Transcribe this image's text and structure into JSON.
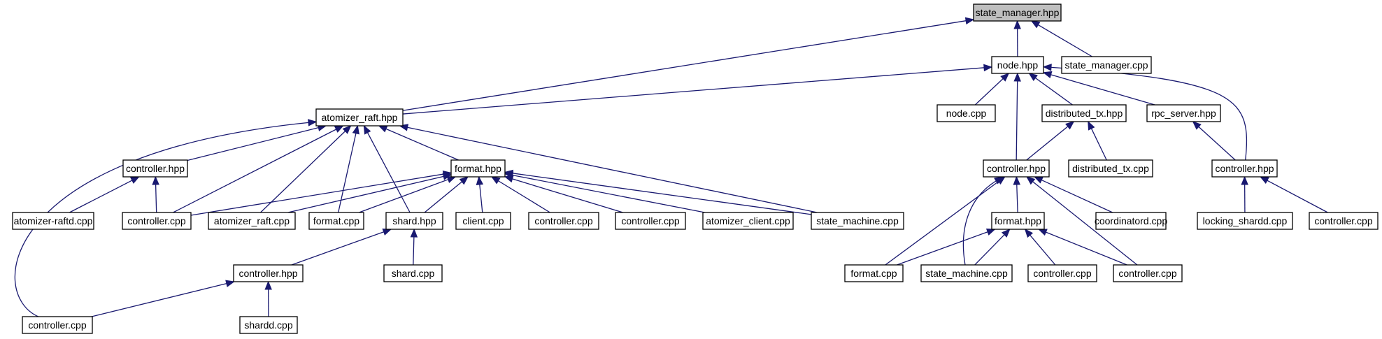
{
  "graph": {
    "root": "state_manager.hpp",
    "node_labels": {
      "n0": "state_manager.hpp",
      "n1": "node.hpp",
      "n2": "state_manager.cpp",
      "n3": "atomizer_raft.hpp",
      "n4": "node.cpp",
      "n5": "distributed_tx.hpp",
      "n6": "rpc_server.hpp",
      "n7": "controller.hpp",
      "n8": "format.hpp",
      "n9": "controller.hpp",
      "n10": "distributed_tx.cpp",
      "n11": "controller.hpp",
      "n12": "atomizer-raftd.cpp",
      "n13": "controller.cpp",
      "n14": "atomizer_raft.cpp",
      "n15": "format.cpp",
      "n16": "shard.hpp",
      "n17": "client.cpp",
      "n18": "controller.cpp",
      "n19": "controller.cpp",
      "n20": "atomizer_client.cpp",
      "n21": "state_machine.cpp",
      "n22": "format.hpp",
      "n23": "coordinatord.cpp",
      "n24": "locking_shardd.cpp",
      "n25": "controller.cpp",
      "n26": "controller.hpp",
      "n27": "shard.cpp",
      "n28": "format.cpp",
      "n29": "state_machine.cpp",
      "n30": "controller.cpp",
      "n31": "controller.cpp",
      "n32": "controller.cpp",
      "n33": "shardd.cpp"
    }
  },
  "colors": {
    "edge": "#191970",
    "root_fill": "#bfbfbf",
    "node_fill": "#ffffff",
    "node_stroke": "#000000"
  }
}
